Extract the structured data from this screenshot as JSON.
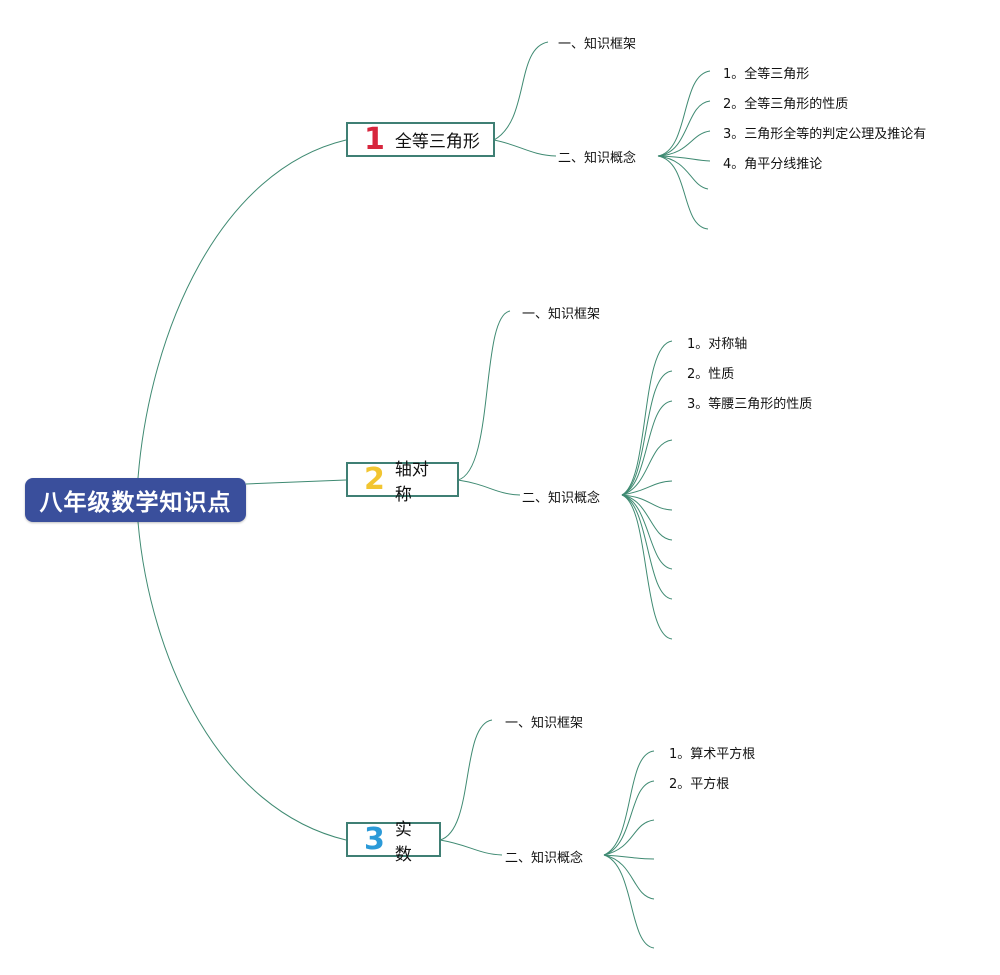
{
  "root": {
    "title": "八年级数学知识点"
  },
  "branches": [
    {
      "number": "1",
      "number_color": "#d7263d",
      "title": "全等三角形",
      "framework": "一、知识框架",
      "concepts": "二、知识概念",
      "items": [
        "1。全等三角形",
        "2。全等三角形的性质",
        "3。三角形全等的判定公理及推论有",
        "4。角平分线推论"
      ]
    },
    {
      "number": "2",
      "number_color": "#f2c531",
      "title": "轴对称",
      "framework": "一、知识框架",
      "concepts": "二、知识概念",
      "items": [
        "1。对称轴",
        "2。性质",
        "3。等腰三角形的性质"
      ]
    },
    {
      "number": "3",
      "number_color": "#2b9ad8",
      "title": "实数",
      "framework": "一、知识框架",
      "concepts": "二、知识概念",
      "items": [
        "1。算术平方根",
        "2。平方根"
      ]
    }
  ],
  "colors": {
    "line": "#3f8a72",
    "root_bg": "#3a4f9c",
    "border": "#3f7f74"
  }
}
